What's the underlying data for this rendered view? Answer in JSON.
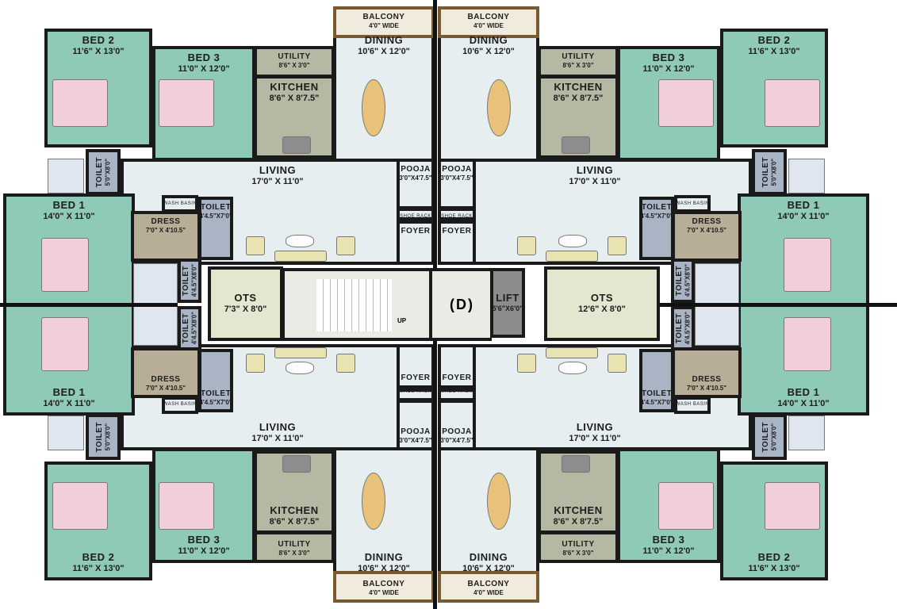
{
  "colors": {
    "bedroom": "#8fc9b8",
    "floor": "#e6eef0",
    "kitchen": "#b4b9a3",
    "toilet_label": "#a9b5c5",
    "tiles": "#dfe6f0",
    "dress": "#b8ad97",
    "ots": "#e1e8cf",
    "lift": "#8c8c8c",
    "stair": "#e9ebe5",
    "balcony": "#f1ebdd",
    "wall": "#111111",
    "bed": "#f2cfd8",
    "table": "#e9c27a"
  },
  "flats": [
    {
      "position": "top-left",
      "rooms": [
        {
          "name": "BED 2",
          "dims": "11'6\" X 13'0\""
        },
        {
          "name": "BED 3",
          "dims": "11'0\" X 12'0\""
        },
        {
          "name": "UTILITY",
          "dims": "8'6\" X 3'0\""
        },
        {
          "name": "KITCHEN",
          "dims": "8'6\" X 8'7.5\""
        },
        {
          "name": "DINING",
          "dims": "10'6\" X 12'0\""
        },
        {
          "name": "BALCONY",
          "dims": "4'0\" WIDE"
        },
        {
          "name": "LIVING",
          "dims": "17'0\" X 11'0\""
        },
        {
          "name": "BED 1",
          "dims": "14'0\" X 11'0\""
        },
        {
          "name": "DRESS",
          "dims": "7'0\" X 4'10.5\""
        },
        {
          "name": "TOILET",
          "dims": "5'0\"X8'0\""
        },
        {
          "name": "TOILET",
          "dims": "4'4.5\"X7'0\""
        },
        {
          "name": "TOILET",
          "dims": "4'4.5\"X8'0\""
        },
        {
          "name": "POOJA",
          "dims": "3'0\"X4'7.5\""
        },
        {
          "name": "SHOE RACK",
          "dims": ""
        },
        {
          "name": "FOYER",
          "dims": ""
        },
        {
          "name": "WASH BASIN",
          "dims": ""
        }
      ]
    },
    {
      "position": "top-right",
      "rooms": [
        {
          "name": "BED 2",
          "dims": "11'6\" X 13'0\""
        },
        {
          "name": "BED 3",
          "dims": "11'0\" X 12'0\""
        },
        {
          "name": "UTILITY",
          "dims": "8'6\" X 3'0\""
        },
        {
          "name": "KITCHEN",
          "dims": "8'6\" X 8'7.5\""
        },
        {
          "name": "DINING",
          "dims": "10'6\" X 12'0\""
        },
        {
          "name": "BALCONY",
          "dims": "4'0\" WIDE"
        },
        {
          "name": "LIVING",
          "dims": "17'0\" X 11'0\""
        },
        {
          "name": "BED 1",
          "dims": "14'0\" X 11'0\""
        },
        {
          "name": "DRESS",
          "dims": "7'0\" X 4'10.5\""
        },
        {
          "name": "TOILET",
          "dims": "5'0\"X8'0\""
        },
        {
          "name": "TOILET",
          "dims": "4'4.5\"X7'0\""
        },
        {
          "name": "TOILET",
          "dims": "4'4.5\"X8'0\""
        },
        {
          "name": "POOJA",
          "dims": "3'0\"X4'7.5\""
        },
        {
          "name": "SHOE RACK",
          "dims": ""
        },
        {
          "name": "FOYER",
          "dims": ""
        },
        {
          "name": "WASH BASIN",
          "dims": ""
        }
      ]
    },
    {
      "position": "bottom-left",
      "rooms": [
        {
          "name": "BED 2",
          "dims": "11'6\" X 13'0\""
        },
        {
          "name": "BED 3",
          "dims": "11'0\" X 12'0\""
        },
        {
          "name": "UTILITY",
          "dims": "8'6\" X 3'0\""
        },
        {
          "name": "KITCHEN",
          "dims": "8'6\" X 8'7.5\""
        },
        {
          "name": "DINING",
          "dims": "10'6\" X 12'0\""
        },
        {
          "name": "BALCONY",
          "dims": "4'0\" WIDE"
        },
        {
          "name": "LIVING",
          "dims": "17'0\" X 11'0\""
        },
        {
          "name": "BED 1",
          "dims": "14'0\" X 11'0\""
        },
        {
          "name": "DRESS",
          "dims": "7'0\" X 4'10.5\""
        },
        {
          "name": "TOILET",
          "dims": "5'0\"X8'0\""
        },
        {
          "name": "TOILET",
          "dims": "4'4.5\"X7'0\""
        },
        {
          "name": "TOILET",
          "dims": "4'4.5\"X8'0\""
        },
        {
          "name": "POOJA",
          "dims": "3'0\"X4'7.5\""
        },
        {
          "name": "SHOE RACK",
          "dims": ""
        },
        {
          "name": "FOYER",
          "dims": ""
        },
        {
          "name": "WASH BASIN",
          "dims": ""
        }
      ]
    },
    {
      "position": "bottom-right",
      "rooms": [
        {
          "name": "BED 2",
          "dims": "11'6\" X 13'0\""
        },
        {
          "name": "BED 3",
          "dims": "11'0\" X 12'0\""
        },
        {
          "name": "UTILITY",
          "dims": "8'6\" X 3'0\""
        },
        {
          "name": "KITCHEN",
          "dims": "8'6\" X 8'7.5\""
        },
        {
          "name": "DINING",
          "dims": "10'6\" X 12'0\""
        },
        {
          "name": "BALCONY",
          "dims": "4'0\" WIDE"
        },
        {
          "name": "LIVING",
          "dims": "17'0\" X 11'0\""
        },
        {
          "name": "BED 1",
          "dims": "14'0\" X 11'0\""
        },
        {
          "name": "DRESS",
          "dims": "7'0\" X 4'10.5\""
        },
        {
          "name": "TOILET",
          "dims": "5'0\"X8'0\""
        },
        {
          "name": "TOILET",
          "dims": "4'4.5\"X7'0\""
        },
        {
          "name": "TOILET",
          "dims": "4'4.5\"X8'0\""
        },
        {
          "name": "POOJA",
          "dims": "3'0\"X4'7.5\""
        },
        {
          "name": "SHOE RACK",
          "dims": ""
        },
        {
          "name": "FOYER",
          "dims": ""
        },
        {
          "name": "WASH BASIN",
          "dims": ""
        }
      ]
    }
  ],
  "core": {
    "ots_left": {
      "name": "OTS",
      "dims": "7'3\" X 8'0\""
    },
    "ots_right": {
      "name": "OTS",
      "dims": "12'6\" X 8'0\""
    },
    "lift": {
      "name": "LIFT",
      "dims": "5'6\"X6'0\""
    },
    "block": "(D)",
    "stair_label": "UP"
  }
}
